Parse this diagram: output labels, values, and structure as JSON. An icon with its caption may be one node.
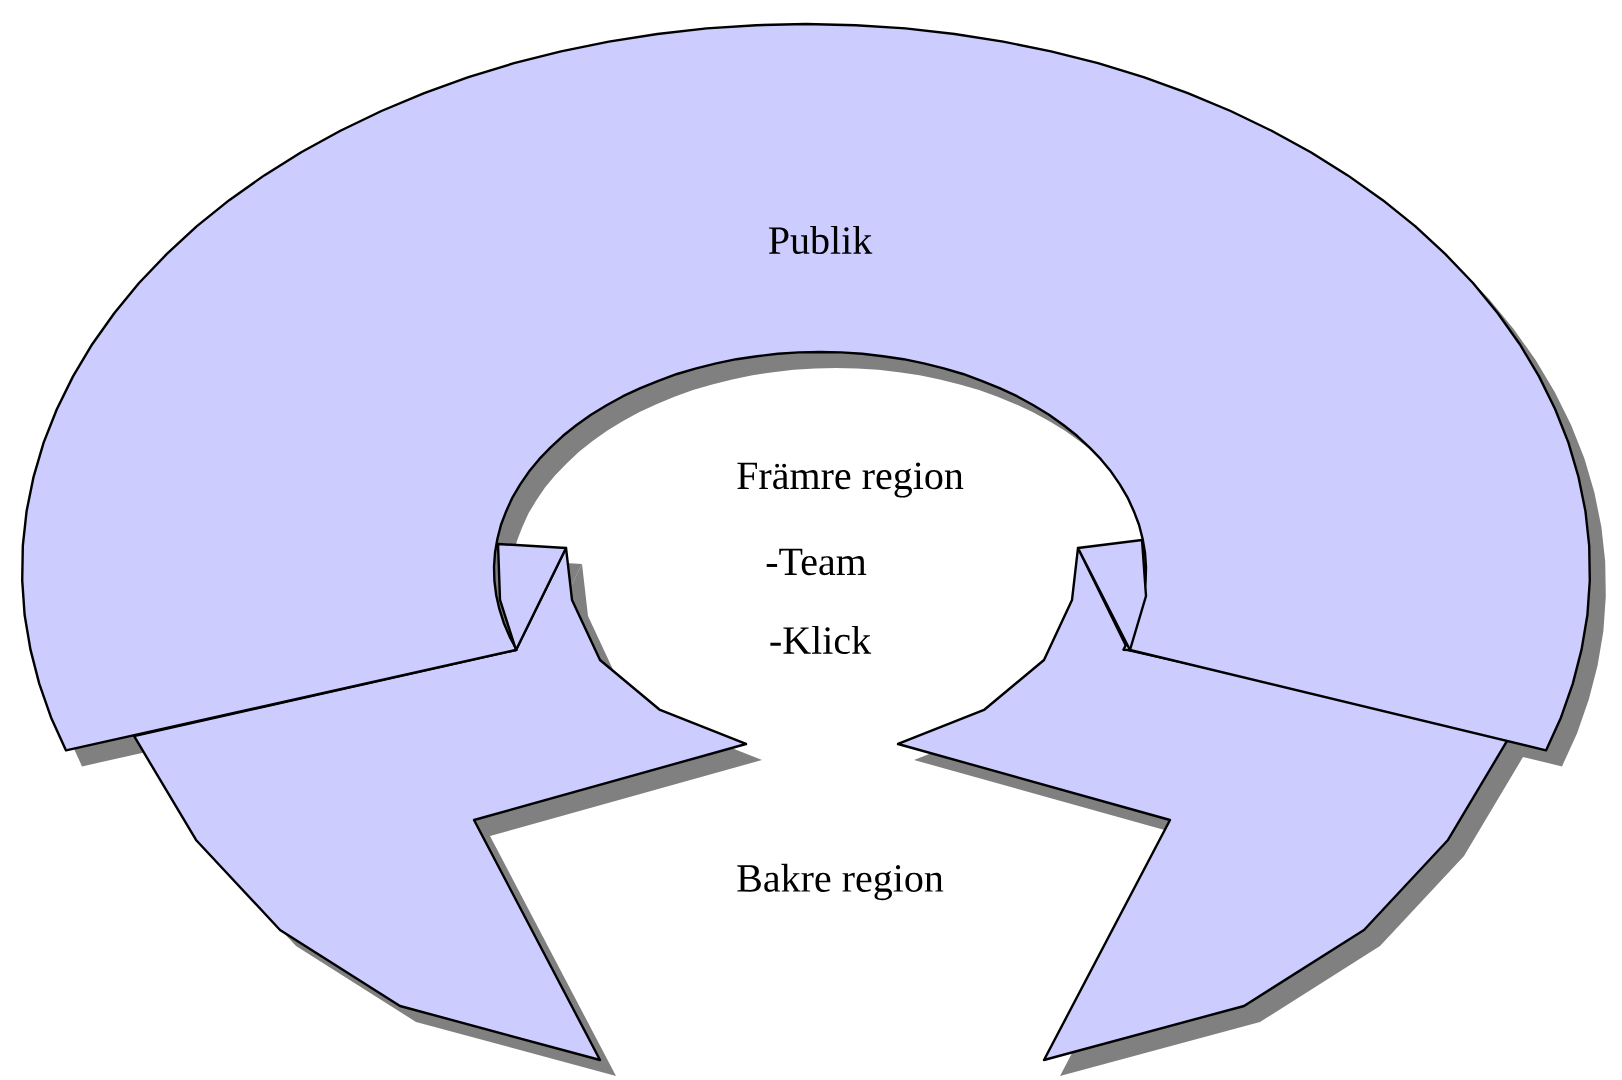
{
  "diagram": {
    "nodes": [
      {
        "text": [
          "Publik"
        ]
      }
    ],
    "labels": [
      "Främre region",
      "-Team",
      "-Klick",
      "Bakre region"
    ]
  }
}
